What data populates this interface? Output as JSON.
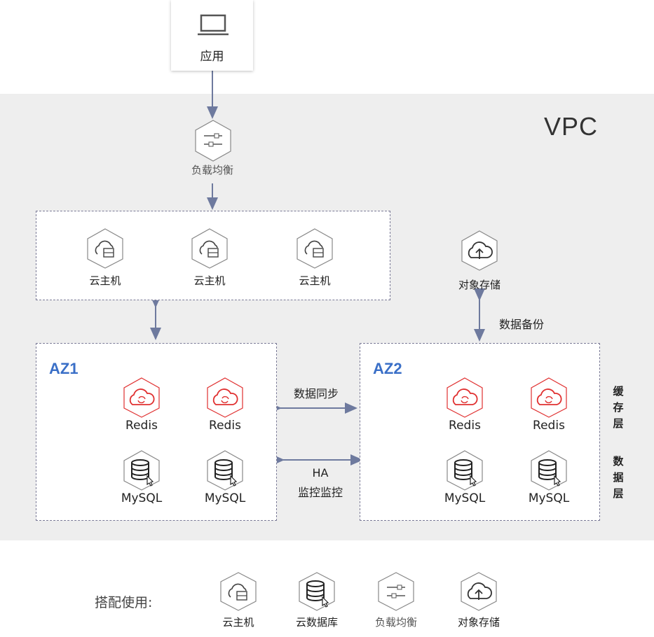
{
  "vpc_label": "VPC",
  "app": {
    "label": "应用"
  },
  "lb": {
    "label": "负载均衡"
  },
  "vms": [
    "云主机",
    "云主机",
    "云主机"
  ],
  "oss": {
    "label": "对象存储"
  },
  "backup_label": "数据备份",
  "az1": {
    "title": "AZ1",
    "redis": [
      "Redis",
      "Redis"
    ],
    "mysql": [
      "MySQL",
      "MySQL"
    ]
  },
  "az2": {
    "title": "AZ2",
    "redis": [
      "Redis",
      "Redis"
    ],
    "mysql": [
      "MySQL",
      "MySQL"
    ]
  },
  "sync_label": "数据同步",
  "ha_label": "HA",
  "monitor_label": "监控监控",
  "layers": {
    "cache": [
      "缓",
      "存",
      "层"
    ],
    "data": [
      "数",
      "据",
      "层"
    ]
  },
  "footer": {
    "title": "搭配使用:",
    "items": [
      "云主机",
      "云数据库",
      "负载均衡",
      "对象存储"
    ]
  },
  "colors": {
    "redis": "#e03030",
    "az_title": "#3a6fc7",
    "arrow": "#6e7a9e",
    "dash": "#7a7a96"
  }
}
